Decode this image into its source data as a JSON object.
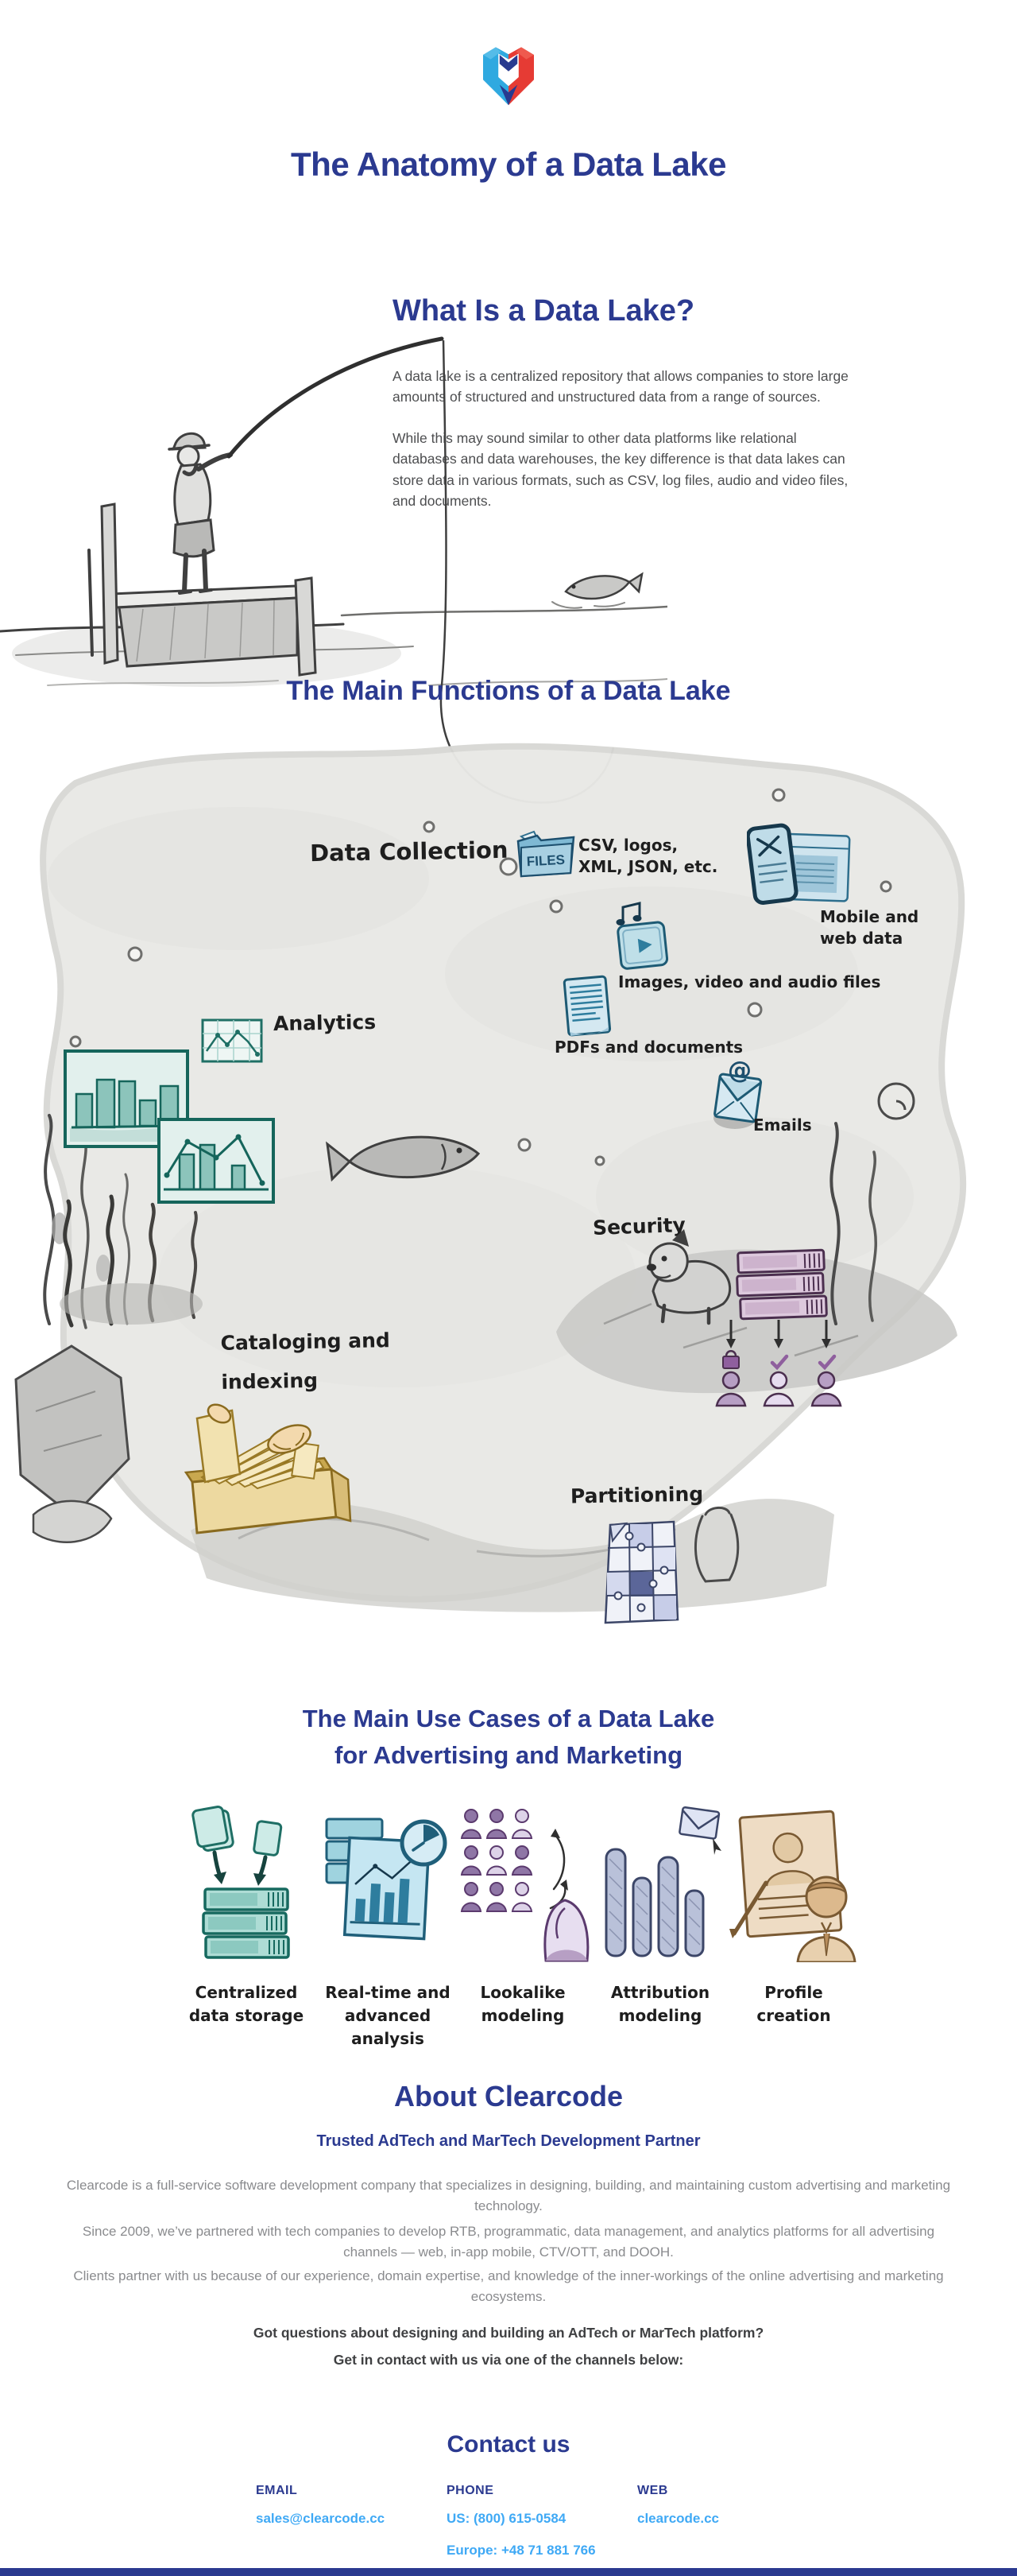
{
  "page_title": "The Anatomy of a Data Lake",
  "header": {
    "logo": "clearcode-logo",
    "title": "The Anatomy of a Data Lake"
  },
  "what_is": {
    "heading": "What Is a Data Lake?",
    "paragraph_1": "A data lake is a centralized repository that allows companies to store large amounts of structured and unstructured data from a range of sources.",
    "paragraph_2": "While this may sound similar to other data platforms like relational databases and data warehouses, the key difference is that data lakes can store data in various formats, such as CSV, log files, audio and video files, and documents."
  },
  "functions": {
    "heading": "The Main Functions of a Data Lake",
    "labels": {
      "data_collection": "Data Collection",
      "files_folder": "FILES",
      "file_types": "CSV, logos,\nXML, JSON, etc.",
      "mobile_web": "Mobile and\nweb data",
      "media_files": "Images, video and audio files",
      "pdfs": "PDFs and documents",
      "analytics": "Analytics",
      "at_symbol": "@",
      "emails": "Emails",
      "security": "Security",
      "cataloging": "Cataloging and\nindexing",
      "partitioning": "Partitioning"
    }
  },
  "use_cases": {
    "heading_line_1": "The Main Use Cases of a Data Lake",
    "heading_line_2": "for Advertising and Marketing",
    "items": [
      {
        "icon": "server-inbound-arrows-icon",
        "label": "Centralized\ndata storage"
      },
      {
        "icon": "chart-clock-icon",
        "label": "Real-time and\nadvanced analysis"
      },
      {
        "icon": "audience-lookalike-icon",
        "label": "Lookalike\nmodeling"
      },
      {
        "icon": "bars-envelope-icon",
        "label": "Attribution\nmodeling"
      },
      {
        "icon": "person-profile-icon",
        "label": "Profile\ncreation"
      }
    ]
  },
  "about": {
    "heading": "About Clearcode",
    "tagline": "Trusted AdTech and MarTech Development Partner",
    "paragraph_1": "Clearcode is a full-service software development company that specializes in designing, building, and maintaining custom advertising and marketing technology.",
    "paragraph_2": "Since 2009, we’ve partnered with tech companies to develop RTB, programmatic, data management, and analytics platforms for all advertising channels — web, in-app mobile, CTV/OTT, and DOOH.",
    "paragraph_3": "Clients partner with us because of our experience, domain expertise, and knowledge of the inner-workings of the online advertising and marketing ecosystems.",
    "cta_question": "Got questions about designing and building an AdTech or MarTech platform?",
    "cta_action": "Get in contact with us via one of the channels below:"
  },
  "contact": {
    "heading": "Contact us",
    "email": {
      "label": "EMAIL",
      "value": "sales@clearcode.cc"
    },
    "phone": {
      "label": "PHONE",
      "us": "US: (800) 615-0584",
      "europe": "Europe: +48 71 881 766"
    },
    "web": {
      "label": "WEB",
      "value": "clearcode.cc"
    }
  },
  "colors": {
    "heading_navy": "#2b3a90",
    "body_gray": "#58595b",
    "link_blue": "#3fa9f5",
    "logo_light_blue": "#2fa9e0",
    "logo_red": "#e63b34",
    "teal": "#6fb5ae",
    "purple": "#8f76a6",
    "gold": "#d9b24a",
    "slate_blue": "#8a93b0",
    "tan": "#c9a27a"
  }
}
